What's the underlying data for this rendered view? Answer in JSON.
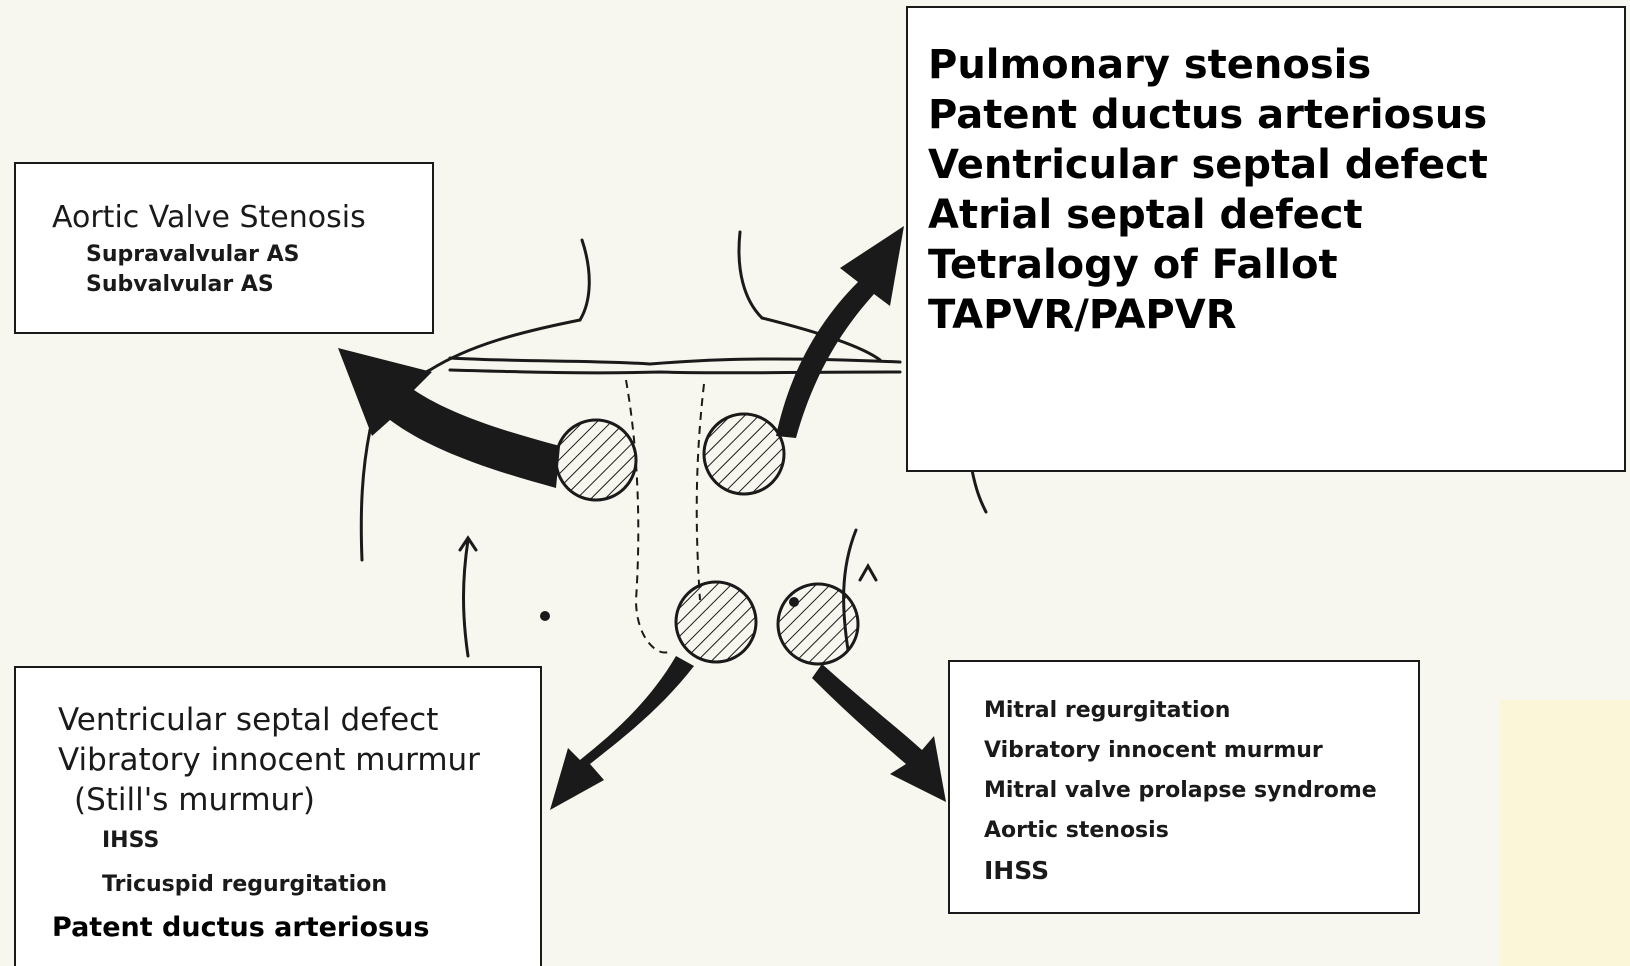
{
  "aortic_area": {
    "lines": [
      "Aortic Valve Stenosis",
      "Supravalvular AS",
      "Subvalvular AS"
    ]
  },
  "pulmonic_area": {
    "lines": [
      "Pulmonary stenosis",
      "Patent ductus arteriosus",
      "Ventricular septal defect",
      "Atrial septal defect",
      "Tetralogy of Fallot",
      "TAPVR/PAPVR"
    ]
  },
  "left_sternal_border": {
    "lines": [
      "Ventricular septal defect",
      "Vibratory innocent murmur",
      "(Still's murmur)",
      "IHSS",
      "Tricuspid regurgitation",
      "Patent ductus arteriosus"
    ]
  },
  "apex": {
    "lines": [
      "Mitral regurgitation",
      "Vibratory innocent murmur",
      "Mitral valve prolapse syndrome",
      "Aortic stenosis",
      "IHSS"
    ]
  },
  "colors": {
    "paper": "#f7f7ef",
    "ink": "#1a1a1a",
    "box_fill": "#ffffff"
  }
}
